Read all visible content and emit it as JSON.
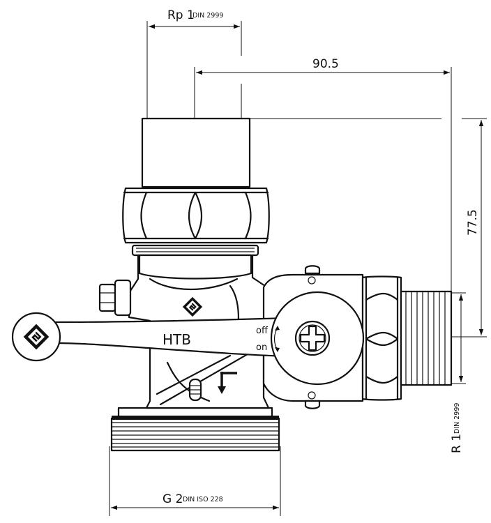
{
  "dimensions": {
    "top_thread": {
      "main": "Rp 1",
      "standard": "DIN 2999"
    },
    "offset": "90.5",
    "height": "77.5",
    "side_thread": {
      "main": "R 1",
      "standard": "DIN 2999"
    },
    "bottom_thread": {
      "main": "G 2",
      "standard": "DIN ISO 228"
    }
  },
  "valve": {
    "brand_text": "HTB",
    "state_off": "off",
    "state_on": "on"
  },
  "colors": {
    "line": "#111111",
    "background": "#ffffff"
  },
  "icons": [
    "logo-badge-icon",
    "flow-arrow-icon",
    "cross-screw-icon",
    "rotate-arrow-icon",
    "sight-glass-icon"
  ]
}
